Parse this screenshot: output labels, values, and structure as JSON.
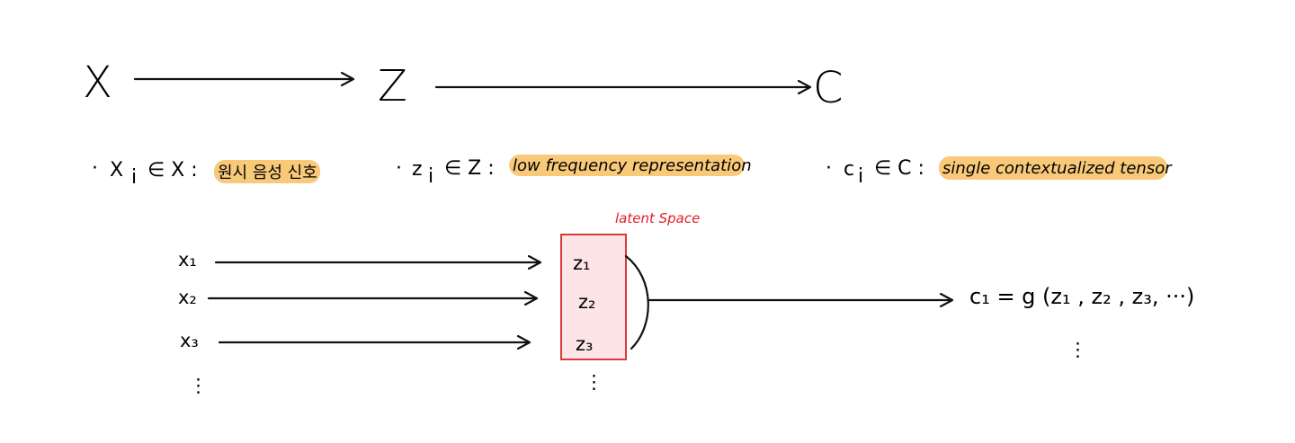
{
  "colors": {
    "ink": "#111111",
    "highlight": "#f9c97a",
    "latent_fill": "#fde4e6",
    "latent_border": "#d93a3a",
    "latent_label": "#e0202a"
  },
  "top_flow": {
    "x": "X",
    "z": "Z",
    "c": "C"
  },
  "definitions": [
    {
      "bullet": "·",
      "prefix": "X",
      "sub": "i",
      "member": "∈ X :",
      "highlight": "원시 음성 신호"
    },
    {
      "bullet": "·",
      "prefix": "z",
      "sub": "i",
      "member": "∈ Z :",
      "highlight": "low frequency representation"
    },
    {
      "bullet": "·",
      "prefix": "c",
      "sub": "i",
      "member": "∈ C :",
      "highlight": "single contextualized tensor"
    }
  ],
  "latent_space": {
    "label": "latent Space",
    "items": [
      "z₁",
      "z₂",
      "z₃"
    ],
    "ellipsis": "⋮"
  },
  "inputs": {
    "items": [
      "x₁",
      "x₂",
      "x₃"
    ],
    "ellipsis": "⋮"
  },
  "output": {
    "formula": "c₁ = g (z₁ , z₂ , z₃, ···)",
    "ellipsis": "⋮"
  }
}
